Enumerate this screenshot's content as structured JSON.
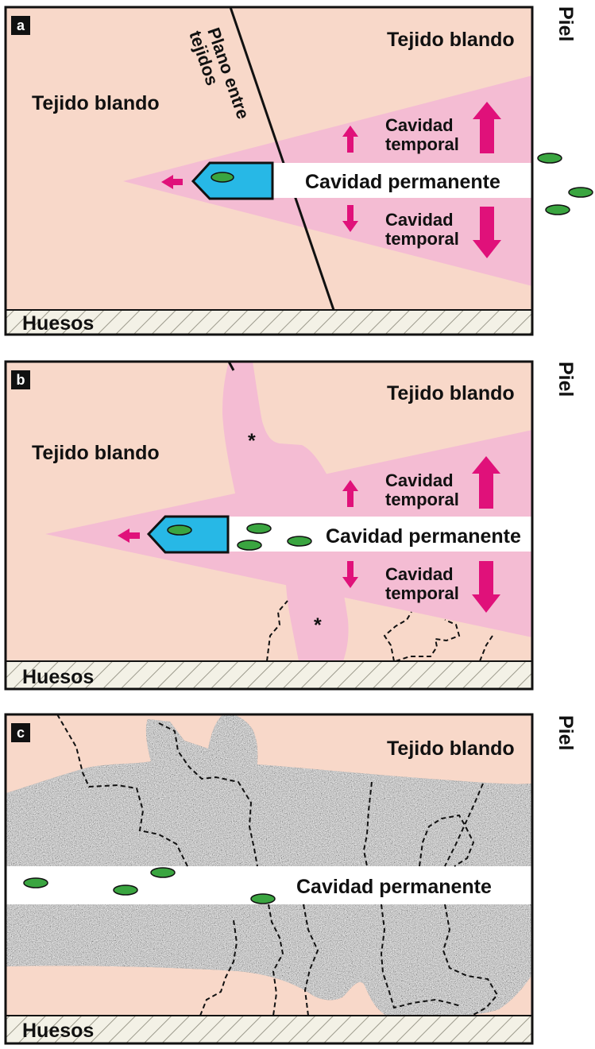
{
  "colors": {
    "soft_tissue": "#f8d8c9",
    "cavity_pink": "#f4bcd3",
    "arrow_magenta": "#e0117a",
    "bullet_blue": "#27b8e6",
    "fragment_green": "#3aa540",
    "bone_fill": "#f3f1e6",
    "outline": "#111111"
  },
  "panels": [
    {
      "letter": "a",
      "skin_label": "Piel",
      "soft_tissue_left": "Tejido blando",
      "soft_tissue_right": "Tejido blando",
      "tissue_plane_line1": "Plano entre",
      "tissue_plane_line2": "tejidos",
      "temp_cavity_top_line1": "Cavidad",
      "temp_cavity_top_line2": "temporal",
      "temp_cavity_bottom_line1": "Cavidad",
      "temp_cavity_bottom_line2": "temporal",
      "permanent_cavity": "Cavidad permanente",
      "bones": "Huesos"
    },
    {
      "letter": "b",
      "skin_label": "Piel",
      "soft_tissue_left": "Tejido blando",
      "soft_tissue_right": "Tejido blando",
      "temp_cavity_top_line1": "Cavidad",
      "temp_cavity_top_line2": "temporal",
      "temp_cavity_bottom_line1": "Cavidad",
      "temp_cavity_bottom_line2": "temporal",
      "permanent_cavity": "Cavidad permanente",
      "asterisk_top": "*",
      "asterisk_bottom": "*",
      "bones": "Huesos"
    },
    {
      "letter": "c",
      "skin_label": "Piel",
      "soft_tissue_right": "Tejido blando",
      "permanent_cavity": "Cavidad permanente",
      "bones": "Huesos"
    }
  ]
}
